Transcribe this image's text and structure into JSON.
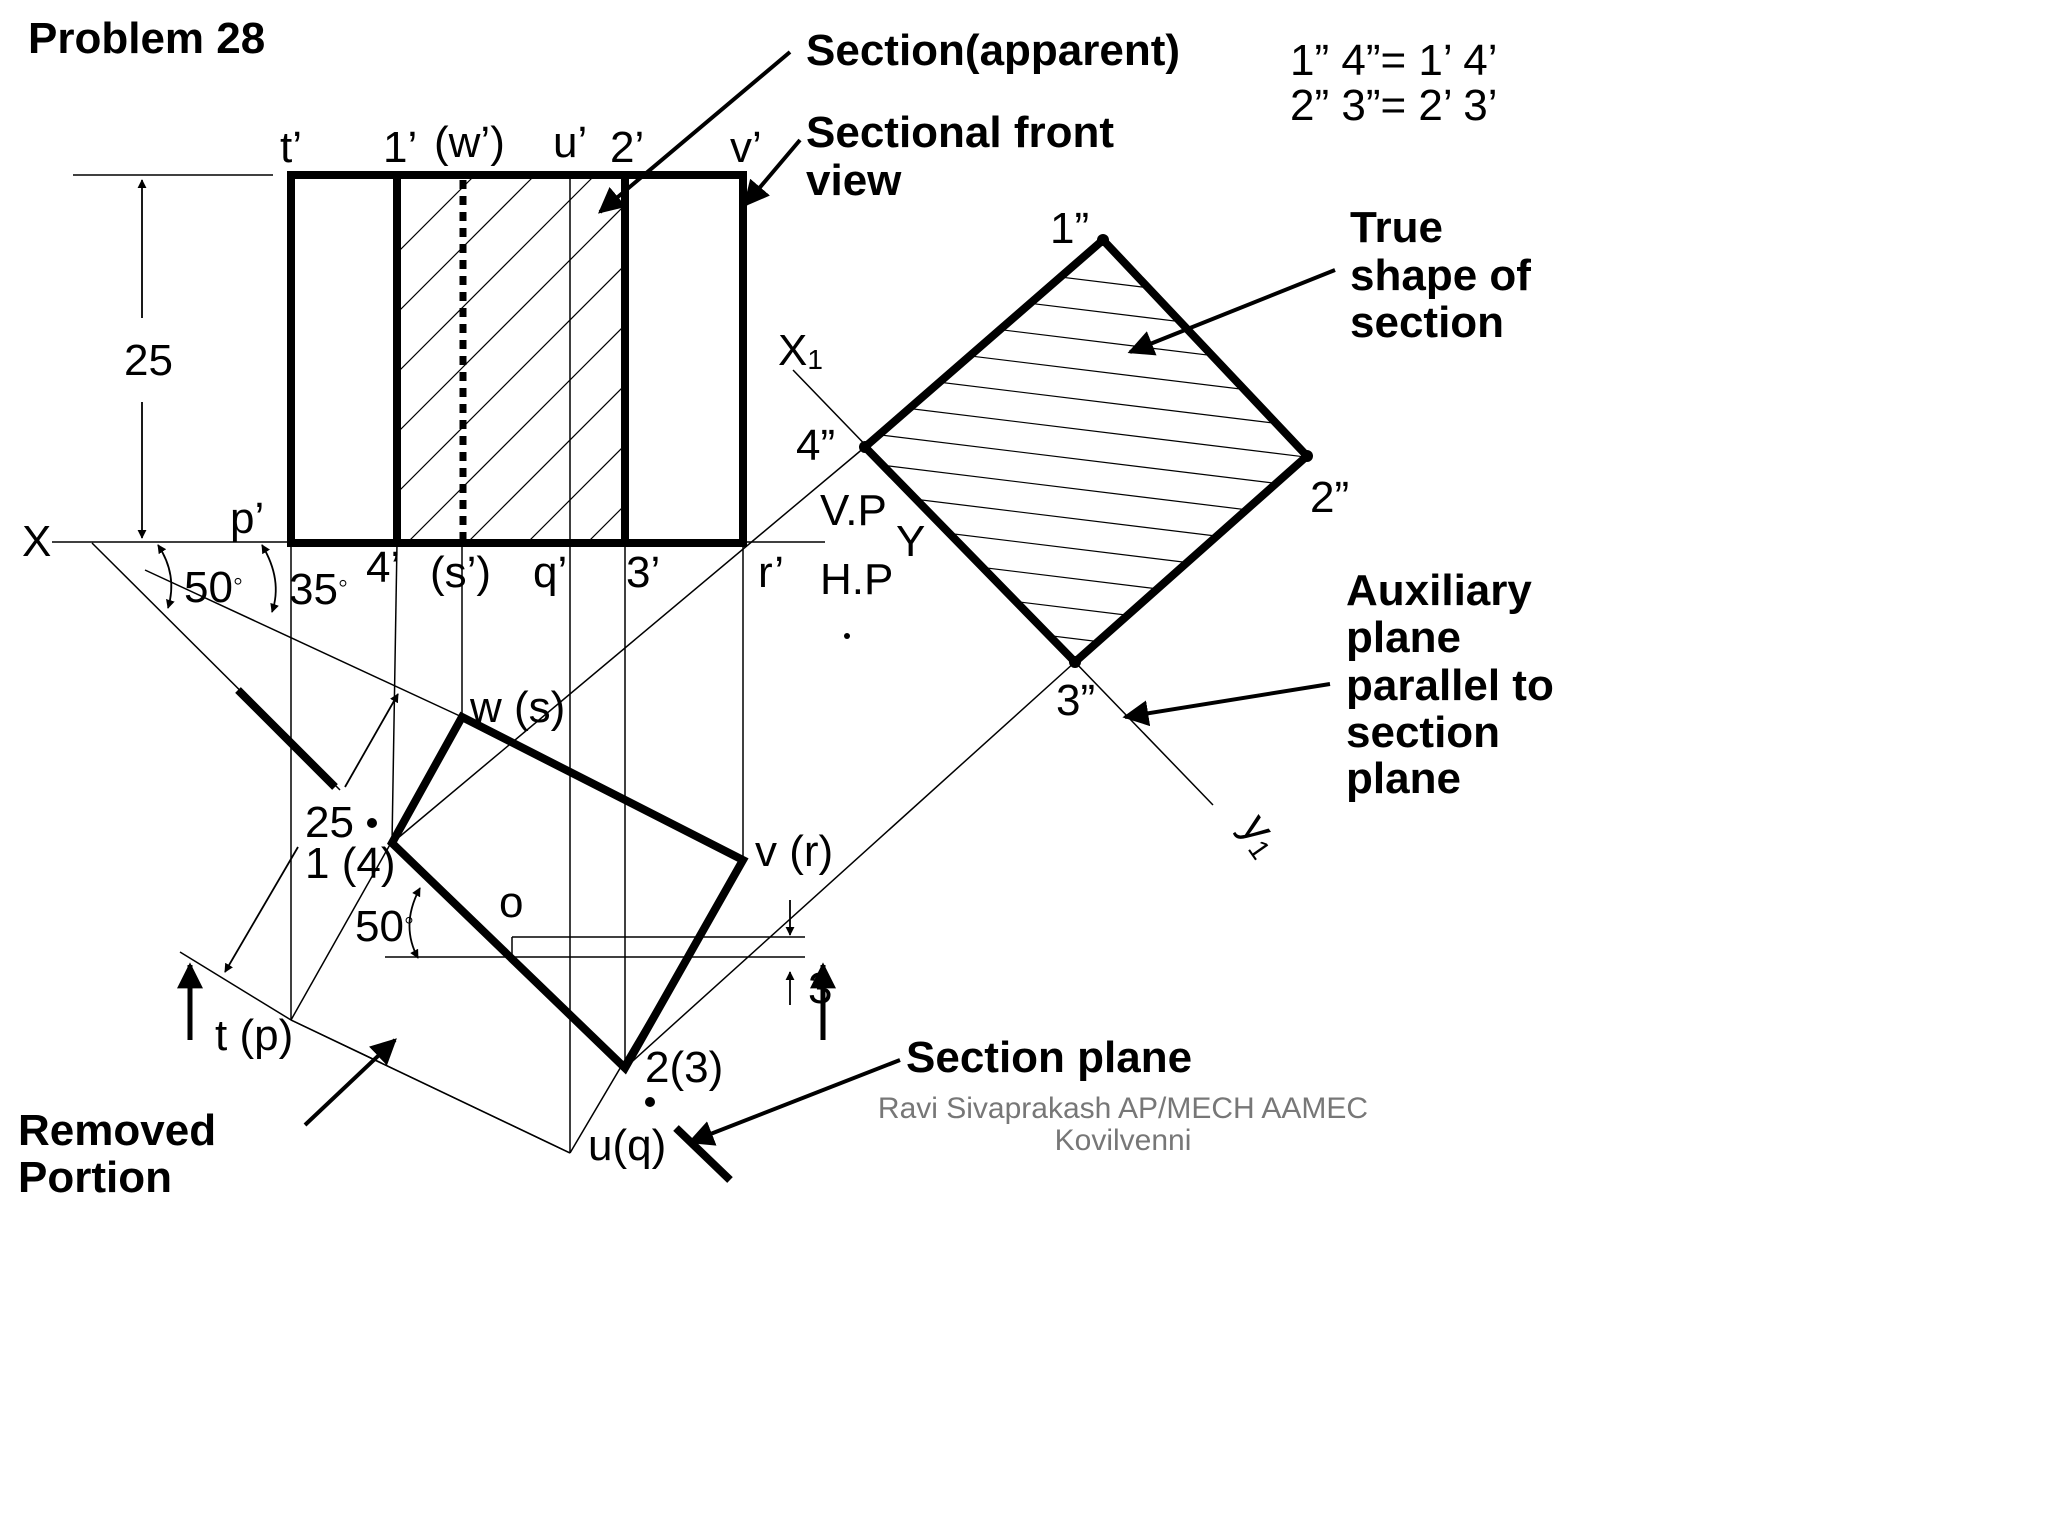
{
  "title": "Problem 28",
  "callouts": {
    "section_apparent": "Section(apparent)",
    "sectional_front_view": [
      "Sectional front",
      "view"
    ],
    "true_shape": [
      "True",
      "shape of",
      "section"
    ],
    "auxiliary_plane": [
      "Auxiliary",
      "plane",
      "parallel to",
      "section",
      "plane"
    ],
    "section_plane": "Section plane",
    "removed_portion": [
      "Removed",
      "Portion"
    ]
  },
  "notes": [
    "1” 4”= 1’ 4’",
    "2” 3”= 2’ 3’"
  ],
  "front_view_labels": {
    "t": "t’",
    "one": "1’",
    "w": "(w’)",
    "u": "u’",
    "two": "2’",
    "v": "v’",
    "p": "p’",
    "four": "4’",
    "s": "(s’)",
    "q": "q’",
    "three": "3’",
    "r": "r’"
  },
  "dimensions": {
    "height": "25",
    "angle_50": "50",
    "angle_35": "35",
    "angle_50_top": "50",
    "offset_25": "25",
    "offset_3": "3"
  },
  "reference_line": {
    "x": "X",
    "y": "Y",
    "vp": "V.P",
    "hp": "H.P",
    "x1": "X",
    "x1_sub": "1",
    "y1": "y",
    "y1_sub": "1"
  },
  "top_view_labels": {
    "ws": "w (s)",
    "vr": "v (r)",
    "one_four": "1 (4)",
    "o": "o",
    "tp": "t (p)",
    "two_three": "2(3)",
    "uq": "u(q)"
  },
  "true_shape_labels": {
    "one": "1”",
    "two": "2”",
    "three": "3”",
    "four": "4”"
  },
  "footer": [
    "Ravi Sivaprakash AP/MECH AAMEC",
    "Kovilvenni"
  ]
}
